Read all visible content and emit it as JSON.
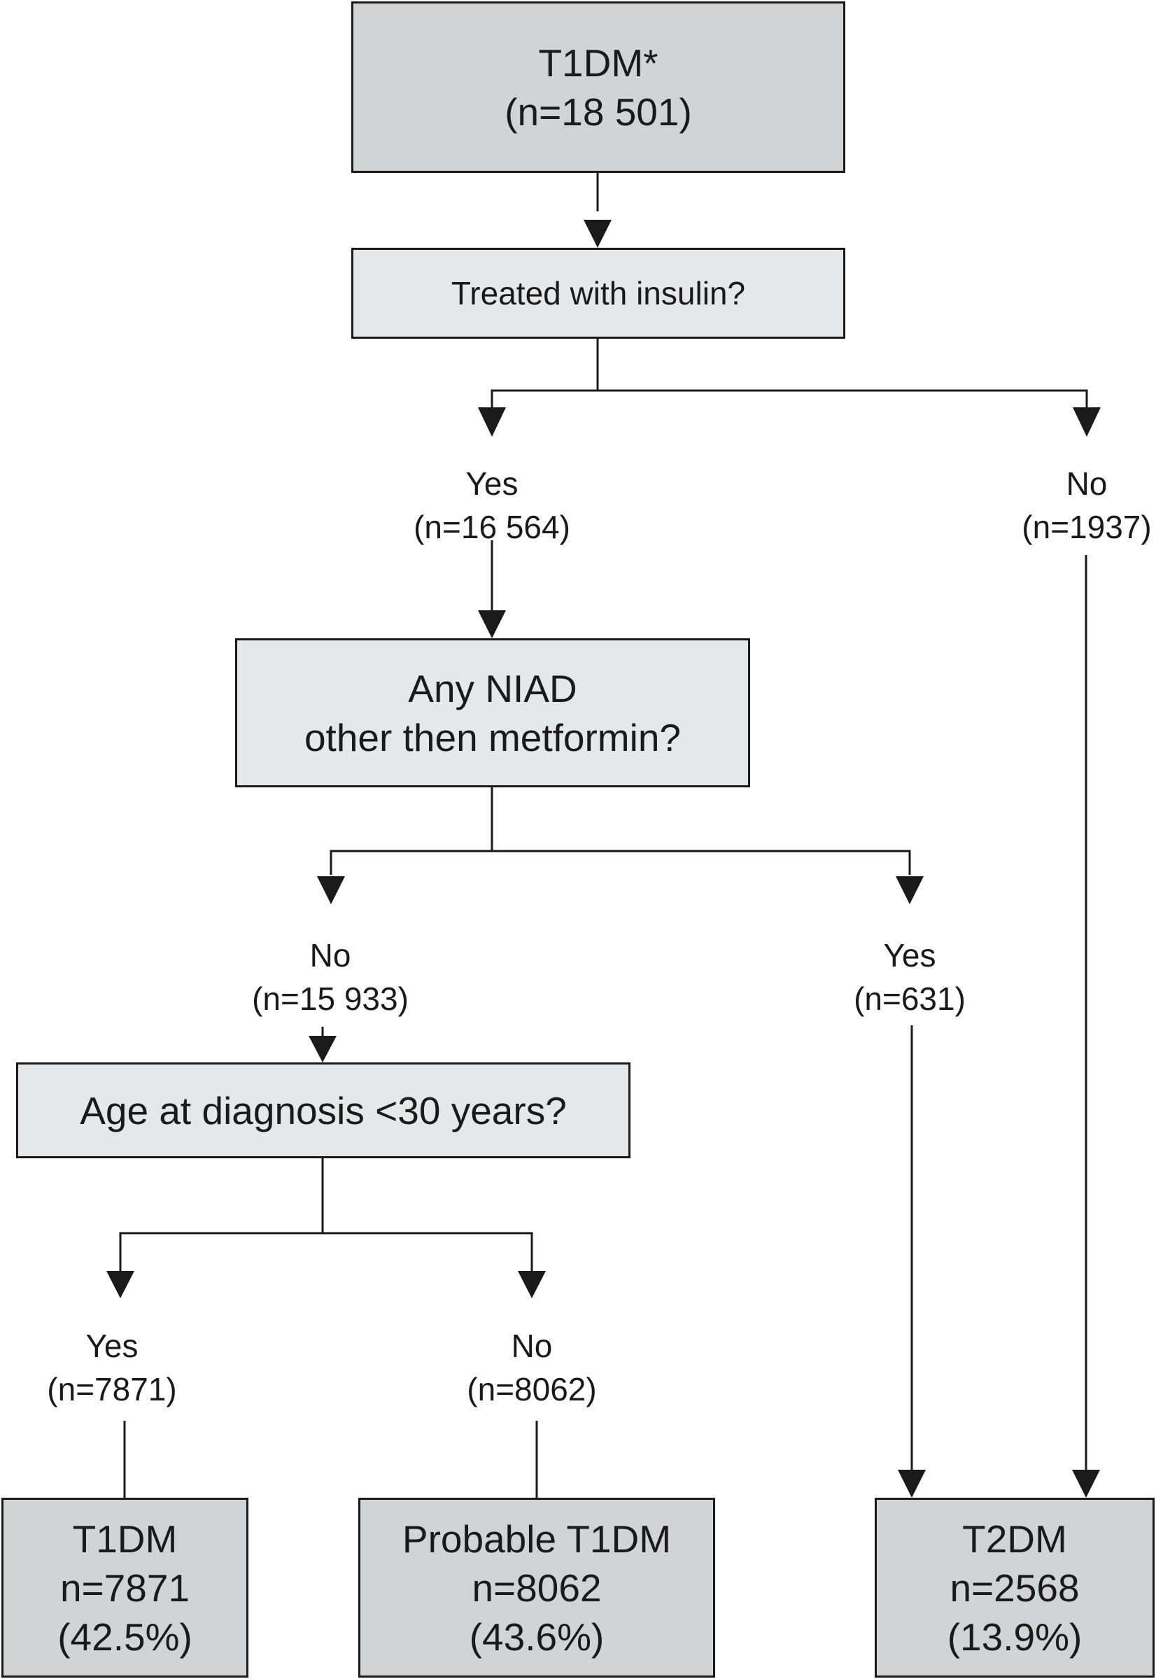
{
  "colors": {
    "line": "#1a1a1a",
    "start_box": "#d2d3d5",
    "question_box": "#e6e7e8",
    "outcome_box": "#d2d3d5"
  },
  "nodes": {
    "start": {
      "title": "T1DM*",
      "count": "(n=18 501)"
    },
    "q_insulin": {
      "text": "Treated with insulin?"
    },
    "q_niad": {
      "line1": "Any NIAD",
      "line2": "other then metformin?"
    },
    "q_age": {
      "text": "Age at diagnosis <30 years?"
    },
    "out_t1dm": {
      "title": "T1DM",
      "count": "n=7871",
      "percent": "(42.5%)"
    },
    "out_probable": {
      "title": "Probable T1DM",
      "count": "n=8062",
      "percent": "(43.6%)"
    },
    "out_t2dm": {
      "title": "T2DM",
      "count": "n=2568",
      "percent": "(13.9%)"
    }
  },
  "branches": {
    "insulin_yes": {
      "answer": "Yes",
      "count": "(n=16 564)"
    },
    "insulin_no": {
      "answer": "No",
      "count": "(n=1937)"
    },
    "niad_no": {
      "answer": "No",
      "count": "(n=15 933)"
    },
    "niad_yes": {
      "answer": "Yes",
      "count": "(n=631)"
    },
    "age_yes": {
      "answer": "Yes",
      "count": "(n=7871)"
    },
    "age_no": {
      "answer": "No",
      "count": "(n=8062)"
    }
  }
}
